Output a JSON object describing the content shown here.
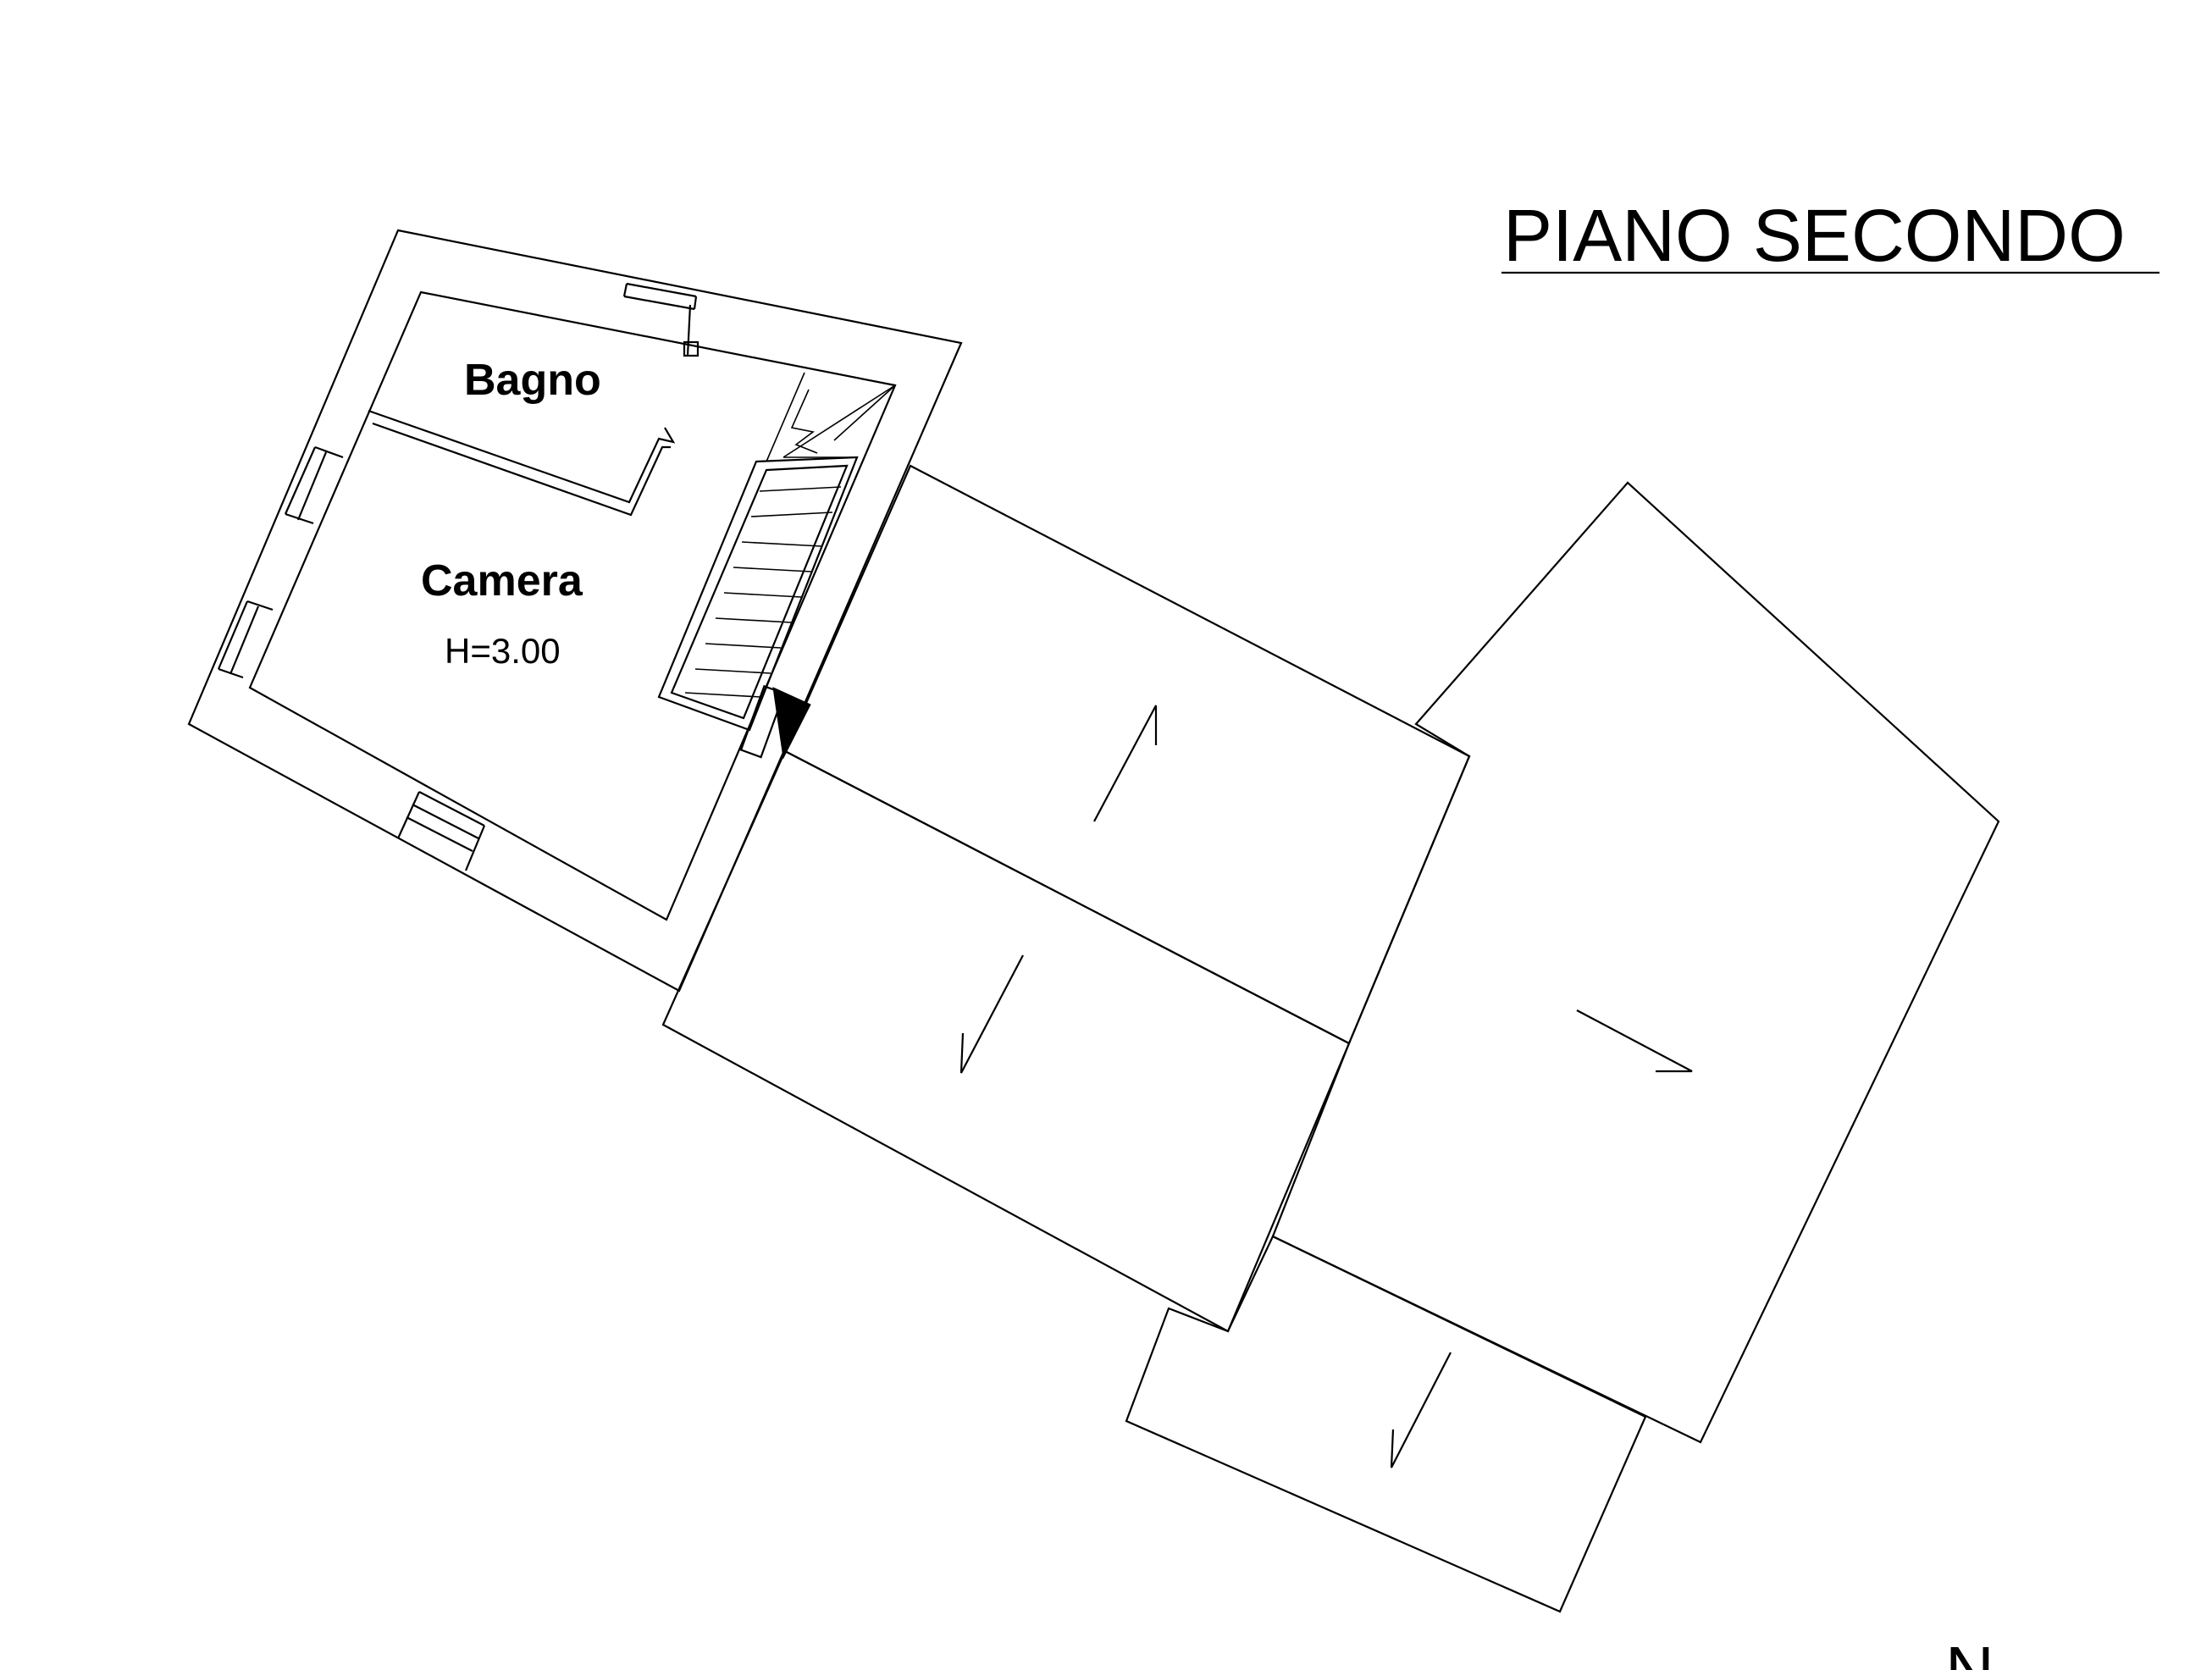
{
  "title": "PIANO SECONDO",
  "rooms": {
    "bagno": "Bagno",
    "camera": "Camera",
    "camera_height": "H=3.00"
  },
  "north_marker": "N",
  "colors": {
    "line": "#000000",
    "background": "#ffffff"
  }
}
